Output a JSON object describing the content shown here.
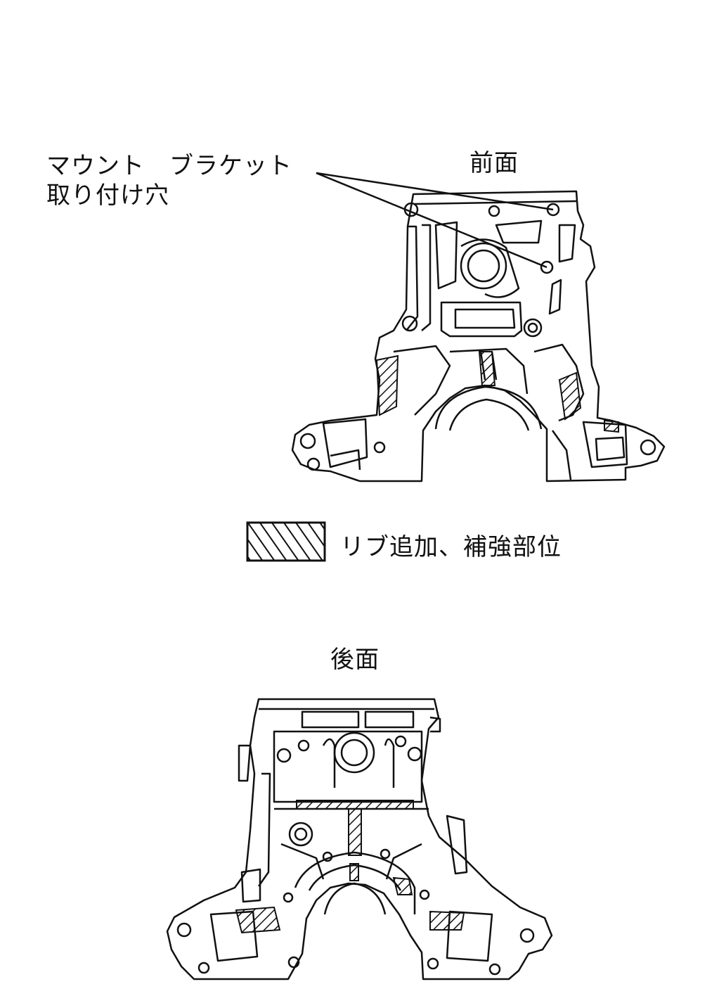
{
  "labels": {
    "mount_line1": "マウント　ブラケット",
    "mount_line2": "取り付け穴",
    "front": "前面",
    "rear": "後面",
    "legend": "リブ追加、補強部位"
  },
  "colors": {
    "line": "#111111",
    "background": "#ffffff"
  }
}
